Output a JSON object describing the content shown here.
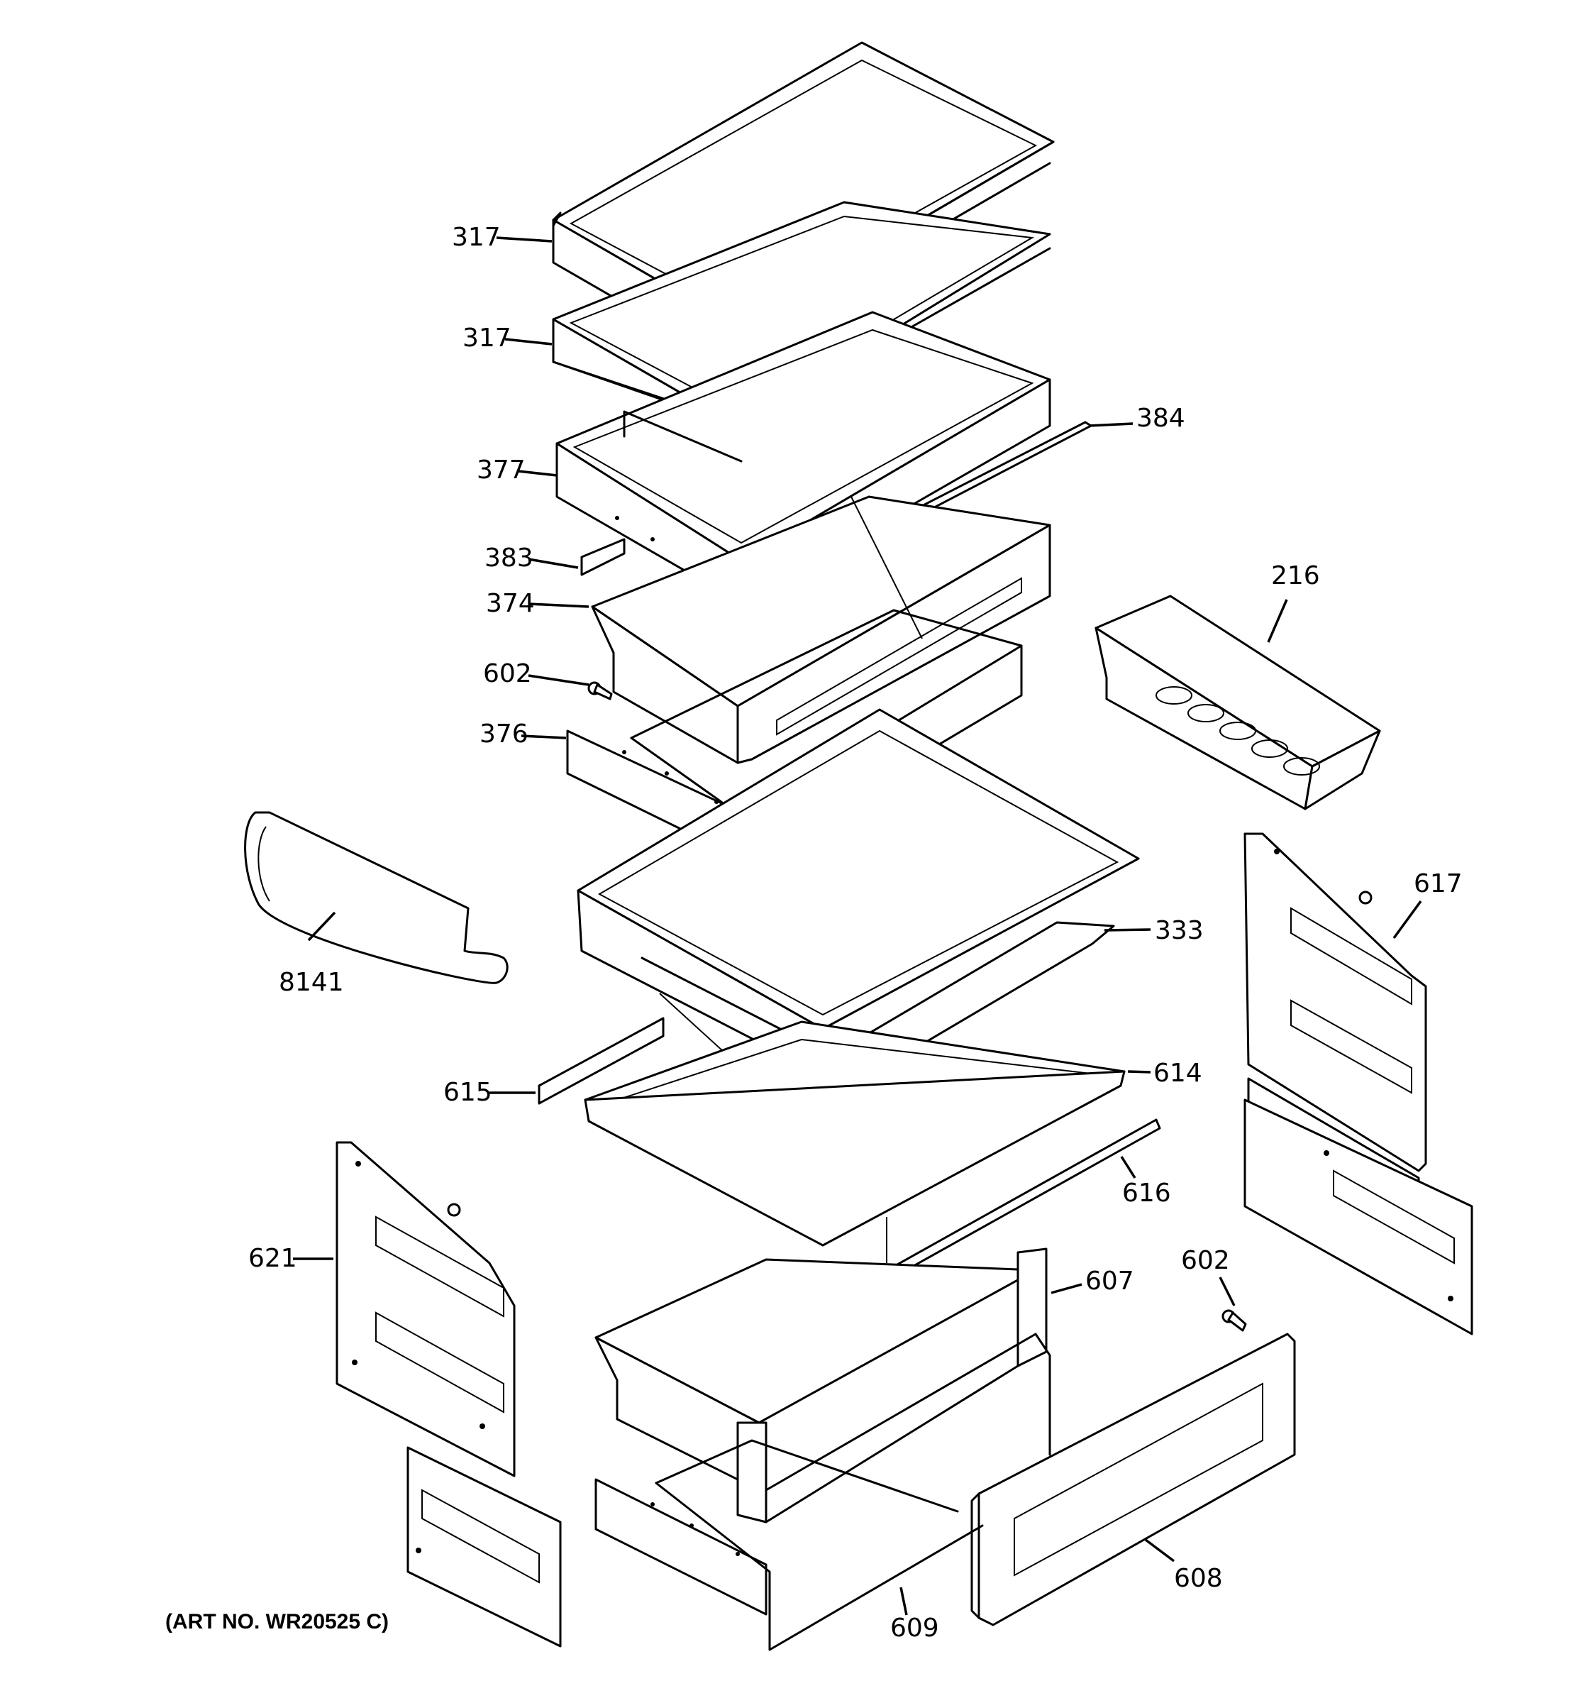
{
  "art_number": "(ART NO. WR20525 C)",
  "callouts": [
    {
      "id": "317a",
      "label": "317"
    },
    {
      "id": "317b",
      "label": "317"
    },
    {
      "id": "384",
      "label": "384"
    },
    {
      "id": "377",
      "label": "377"
    },
    {
      "id": "383",
      "label": "383"
    },
    {
      "id": "374",
      "label": "374"
    },
    {
      "id": "216",
      "label": "216"
    },
    {
      "id": "602a",
      "label": "602"
    },
    {
      "id": "376",
      "label": "376"
    },
    {
      "id": "8141",
      "label": "8141"
    },
    {
      "id": "617",
      "label": "617"
    },
    {
      "id": "333",
      "label": "333"
    },
    {
      "id": "615",
      "label": "615"
    },
    {
      "id": "614",
      "label": "614"
    },
    {
      "id": "616",
      "label": "616"
    },
    {
      "id": "621",
      "label": "621"
    },
    {
      "id": "607",
      "label": "607"
    },
    {
      "id": "602b",
      "label": "602"
    },
    {
      "id": "608",
      "label": "608"
    },
    {
      "id": "609",
      "label": "609"
    }
  ]
}
